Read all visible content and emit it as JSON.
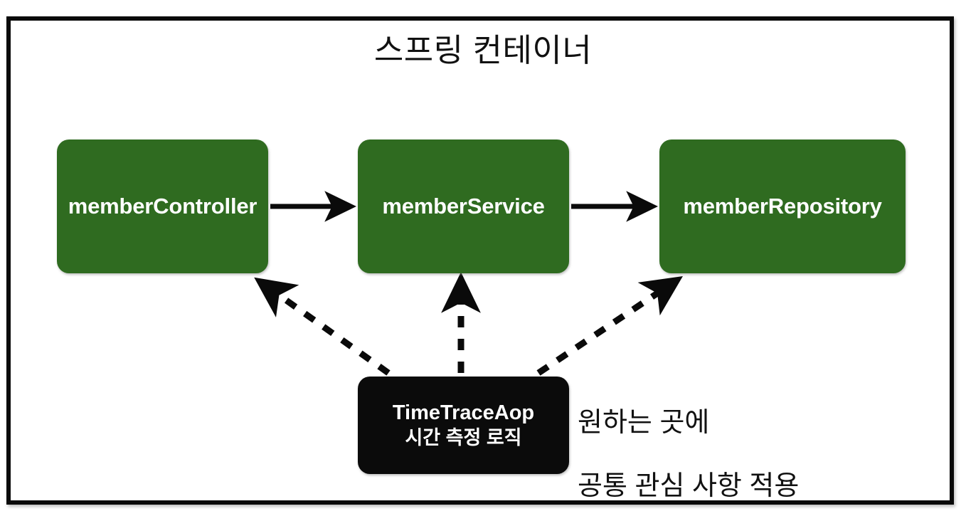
{
  "diagram": {
    "title": "스프링 컨테이너",
    "frame_label": "spring-container-frame",
    "accent_color": "#2f6b20",
    "aspect_color": "#0b0b0b",
    "line_color": "#0a0a0a",
    "beans": [
      {
        "id": "memberController",
        "label": "memberController"
      },
      {
        "id": "memberService",
        "label": "memberService"
      },
      {
        "id": "memberRepository",
        "label": "memberRepository"
      }
    ],
    "aspect": {
      "title": "TimeTraceAop",
      "subtitle": "시간 측정 로직"
    },
    "annotation": {
      "line1": "원하는 곳에",
      "line2": "공통 관심 사항 적용",
      "text": "원하는 곳에\n공통 관심 사항 적용"
    },
    "connections": [
      {
        "from": "memberController",
        "to": "memberService",
        "style": "solid",
        "name": "controller-to-service-arrow"
      },
      {
        "from": "memberService",
        "to": "memberRepository",
        "style": "solid",
        "name": "service-to-repository-arrow"
      },
      {
        "from": "TimeTraceAop",
        "to": "memberController",
        "style": "dashed",
        "name": "aop-to-controller-arrow"
      },
      {
        "from": "TimeTraceAop",
        "to": "memberService",
        "style": "dashed",
        "name": "aop-to-service-arrow"
      },
      {
        "from": "TimeTraceAop",
        "to": "memberRepository",
        "style": "dashed",
        "name": "aop-to-repository-arrow"
      }
    ]
  }
}
